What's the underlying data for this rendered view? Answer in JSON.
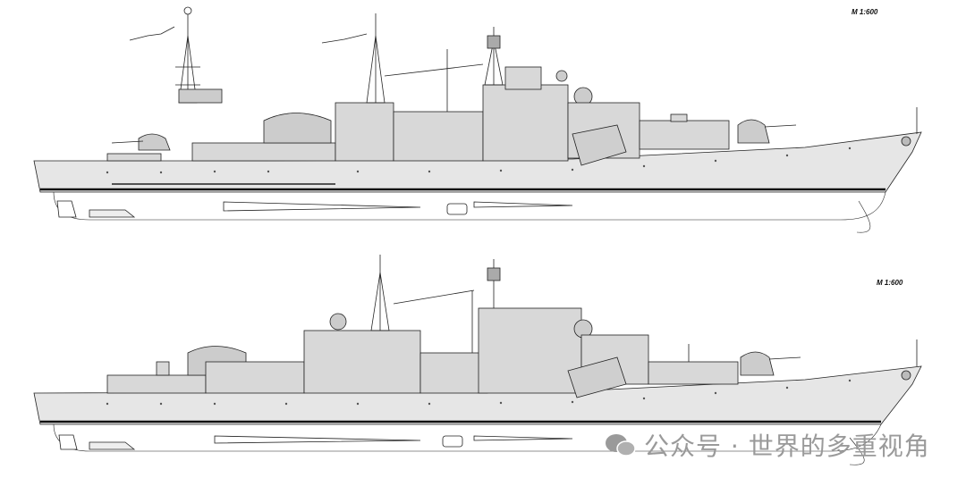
{
  "drawing_top": {
    "scale_label": "M 1:600"
  },
  "drawing_bottom": {
    "scale_label": "M 1:600"
  },
  "watermark": {
    "text": "公众号 · 世界的多重视角",
    "icon": "wechat-icon"
  },
  "colors": {
    "hull": "#e4e4e4",
    "line": "#222222",
    "superstructure": "#d2d2d2",
    "watermark": "#9a9a9a"
  }
}
